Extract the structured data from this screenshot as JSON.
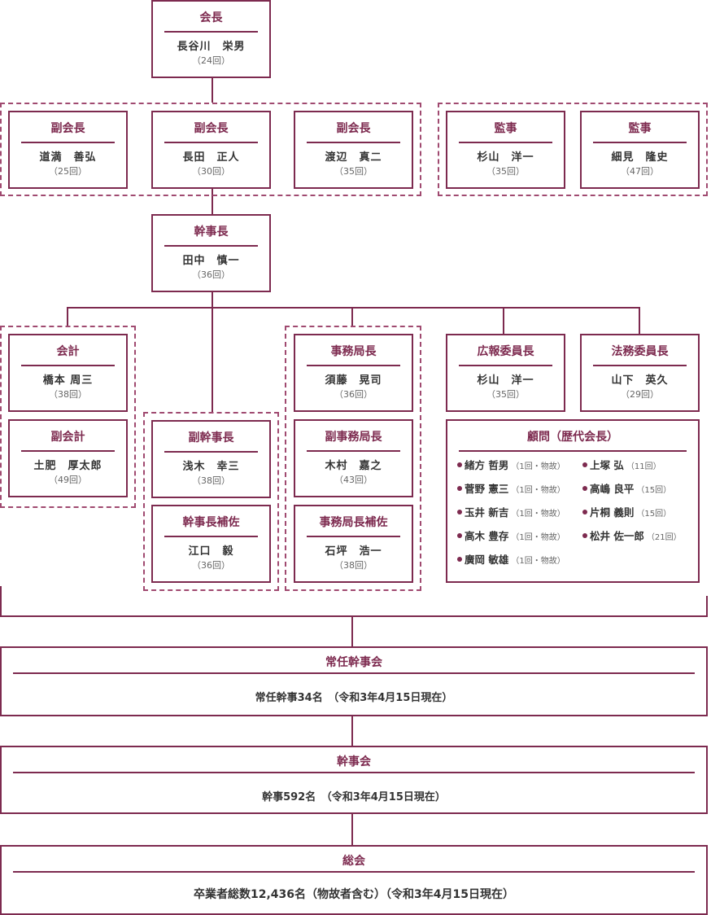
{
  "president": {
    "title": "会長",
    "name": "長谷川　栄男",
    "term": "（24回）"
  },
  "vice_presidents": [
    {
      "title": "副会長",
      "name": "道満　善弘",
      "term": "（25回）"
    },
    {
      "title": "副会長",
      "name": "長田　正人",
      "term": "（30回）"
    },
    {
      "title": "副会長",
      "name": "渡辺　真二",
      "term": "（35回）"
    }
  ],
  "auditors": [
    {
      "title": "監事",
      "name": "杉山　洋一",
      "term": "（35回）"
    },
    {
      "title": "監事",
      "name": "細見　隆史",
      "term": "（47回）"
    }
  ],
  "secretary_general": {
    "title": "幹事長",
    "name": "田中　慎一",
    "term": "（36回）"
  },
  "accounting": {
    "title": "会計",
    "name": "橋本 周三",
    "term": "（38回）"
  },
  "vice_accounting": {
    "title": "副会計",
    "name": "土肥　厚太郎",
    "term": "（49回）"
  },
  "vice_secretary": {
    "title": "副幹事長",
    "name": "浅木　幸三",
    "term": "（38回）"
  },
  "secretary_assistant": {
    "title": "幹事長補佐",
    "name": "江口　毅",
    "term": "（36回）"
  },
  "office_chief": {
    "title": "事務局長",
    "name": "須藤　晃司",
    "term": "（36回）"
  },
  "vice_office_chief": {
    "title": "副事務局長",
    "name": "木村　嘉之",
    "term": "（43回）"
  },
  "office_assistant": {
    "title": "事務局長補佐",
    "name": "石坪　浩一",
    "term": "（38回）"
  },
  "pr_chair": {
    "title": "広報委員長",
    "name": "杉山　洋一",
    "term": "（35回）"
  },
  "legal_chair": {
    "title": "法務委員長",
    "name": "山下　英久",
    "term": "（29回）"
  },
  "advisors": {
    "title": "顧問（歴代会長）",
    "left": [
      {
        "name": "緒方 哲男",
        "term": "（1回・物故）"
      },
      {
        "name": "菅野 憲三",
        "term": "（1回・物故）"
      },
      {
        "name": "玉井 新吉",
        "term": "（1回・物故）"
      },
      {
        "name": "高木 豊存",
        "term": "（1回・物故）"
      },
      {
        "name": "廣岡 敏雄",
        "term": "（1回・物故）"
      }
    ],
    "right": [
      {
        "name": "上塚 弘",
        "term": "（11回）"
      },
      {
        "name": "高嶋 良平",
        "term": "（15回）"
      },
      {
        "name": "片桐 義則",
        "term": "（15回）"
      },
      {
        "name": "松井 佐一郎",
        "term": "（21回）"
      }
    ]
  },
  "standing_committee": {
    "title": "常任幹事会",
    "info": "常任幹事34名　（令和3年4月15日現在）"
  },
  "committee": {
    "title": "幹事会",
    "info": "幹事592名　（令和3年4月15日現在）"
  },
  "general_assembly": {
    "title": "総会",
    "info": "卒業者総数12,436名（物故者含む）（令和3年4月15日現在）"
  },
  "colors": {
    "accent": "#7d2a4f",
    "dash": "#a04a70"
  }
}
